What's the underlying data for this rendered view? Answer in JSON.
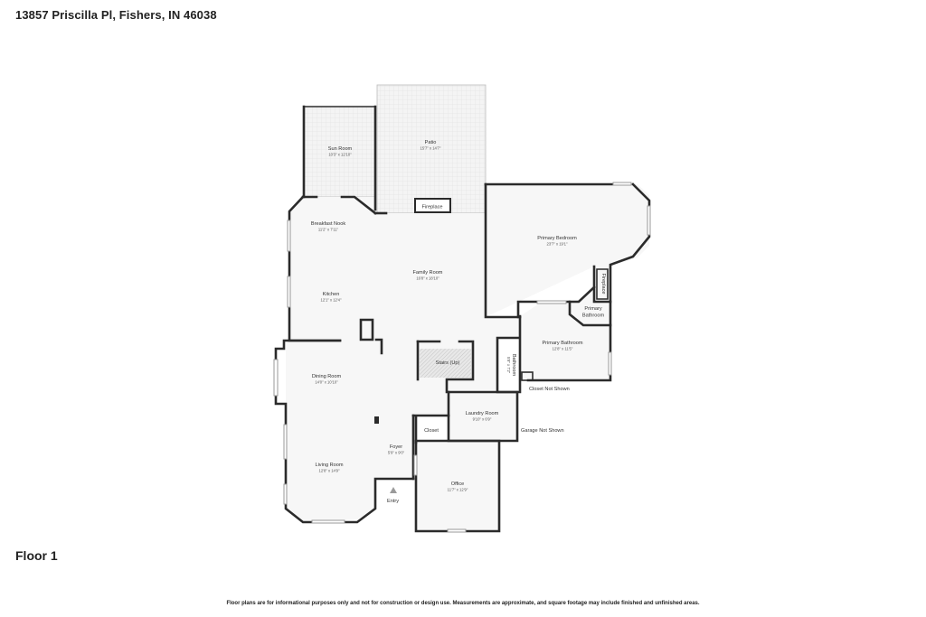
{
  "header": {
    "address": "13857 Priscilla Pl, Fishers, IN 46038"
  },
  "floor": {
    "label": "Floor 1"
  },
  "rooms": {
    "sun_room": {
      "name": "Sun Room",
      "dims": "10'3\" x 12'10\""
    },
    "patio": {
      "name": "Patio",
      "dims": "15'7\" x 14'7\""
    },
    "fireplace_patio": {
      "name": "Fireplace"
    },
    "breakfast_nook": {
      "name": "Breakfast Nook",
      "dims": "11'2\" x 7'11\""
    },
    "family_room": {
      "name": "Family Room",
      "dims": "16'8\" x 18'10\""
    },
    "kitchen": {
      "name": "Kitchen",
      "dims": "12'1\" x 12'4\""
    },
    "primary_bedroom": {
      "name": "Primary Bedroom",
      "dims": "23'7\" x 19'1\""
    },
    "fireplace_bedroom": {
      "name": "Fireplace"
    },
    "primary_bathroom_small": {
      "name_line1": "Primary",
      "name_line2": "Bathroom"
    },
    "primary_bathroom": {
      "name": "Primary Bathroom",
      "dims": "12'8\" x 11'5\""
    },
    "stairs": {
      "name": "Stairs (Up)"
    },
    "bathroom": {
      "name": "Bathroom",
      "dims": "5'8\" x 7'2\""
    },
    "dining_room": {
      "name": "Dining Room",
      "dims": "14'0\" x 10'10\""
    },
    "laundry_room": {
      "name": "Laundry Room",
      "dims": "9'10\" x 6'9\""
    },
    "closet": {
      "name": "Closet"
    },
    "foyer": {
      "name": "Foyer",
      "dims": "5'9\" x 9'0\""
    },
    "living_room": {
      "name": "Living Room",
      "dims": "12'8\" x 14'9\""
    },
    "office": {
      "name": "Office",
      "dims": "11'7\" x 12'9\""
    }
  },
  "notes": {
    "closet_not_shown": "Closet Not Shown",
    "garage_not_shown": "Garage Not Shown",
    "entry": "Entry"
  },
  "footer": {
    "disclaimer": "Floor plans are for informational purposes only and not for construction or design use. Measurements are approximate, and square footage may include finished and unfinished areas."
  }
}
